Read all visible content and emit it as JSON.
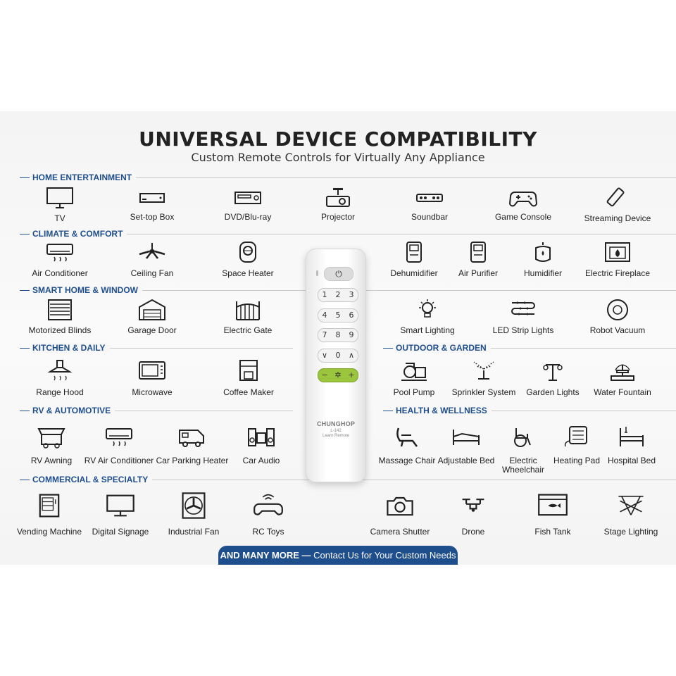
{
  "header": {
    "title": "UNIVERSAL DEVICE COMPATIBILITY",
    "subtitle": "Custom Remote Controls for Virtually Any Appliance"
  },
  "sections": {
    "home": "HOME ENTERTAINMENT",
    "climate": "CLIMATE & COMFORT",
    "smart": "SMART HOME & WINDOW",
    "kitchen": "KITCHEN & DAILY",
    "outdoor": "OUTDOOR & GARDEN",
    "rv": "RV & AUTOMOTIVE",
    "health": "HEALTH & WELLNESS",
    "commercial": "COMMERCIAL & SPECIALTY"
  },
  "devices": {
    "home": [
      "TV",
      "Set-top Box",
      "DVD/Blu-ray",
      "Projector",
      "Soundbar",
      "Game Console",
      "Streaming Device"
    ],
    "climate": [
      "Air Conditioner",
      "Ceiling Fan",
      "Space Heater",
      "Dehumidifier",
      "Air Purifier",
      "Humidifier",
      "Electric Fireplace"
    ],
    "smart": [
      "Motorized Blinds",
      "Garage Door",
      "Electric Gate",
      "Smart Lighting",
      "LED Strip Lights",
      "Robot Vacuum"
    ],
    "kitchen": [
      "Range Hood",
      "Microwave",
      "Coffee Maker"
    ],
    "outdoor": [
      "Pool Pump",
      "Sprinkler System",
      "Garden Lights",
      "Water Fountain"
    ],
    "rv": [
      "RV Awning",
      "RV Air Conditioner",
      "Car Parking Heater",
      "Car Audio"
    ],
    "health": [
      "Massage Chair",
      "Adjustable Bed",
      "Electric Wheelchair",
      "Heating Pad",
      "Hospital Bed"
    ],
    "commercial": [
      "Vending Machine",
      "Digital Signage",
      "Industrial Fan",
      "RC Toys",
      "Camera Shutter",
      "Drone",
      "Fish Tank",
      "Stage Lighting"
    ]
  },
  "remote": {
    "brand": "CHUNGHOP",
    "model": "L-142",
    "model_sub": "Learn Remote",
    "rows": [
      [
        "1",
        "2",
        "3"
      ],
      [
        "4",
        "5",
        "6"
      ],
      [
        "7",
        "8",
        "9"
      ],
      [
        "∨",
        "0",
        "∧"
      ],
      [
        "−",
        "✲",
        "+"
      ]
    ],
    "accent_color": "#9bc53d"
  },
  "cta": {
    "bold": "AND MANY MORE —",
    "text": "Contact Us for Your Custom Needs",
    "color": "#1f4e8c"
  }
}
